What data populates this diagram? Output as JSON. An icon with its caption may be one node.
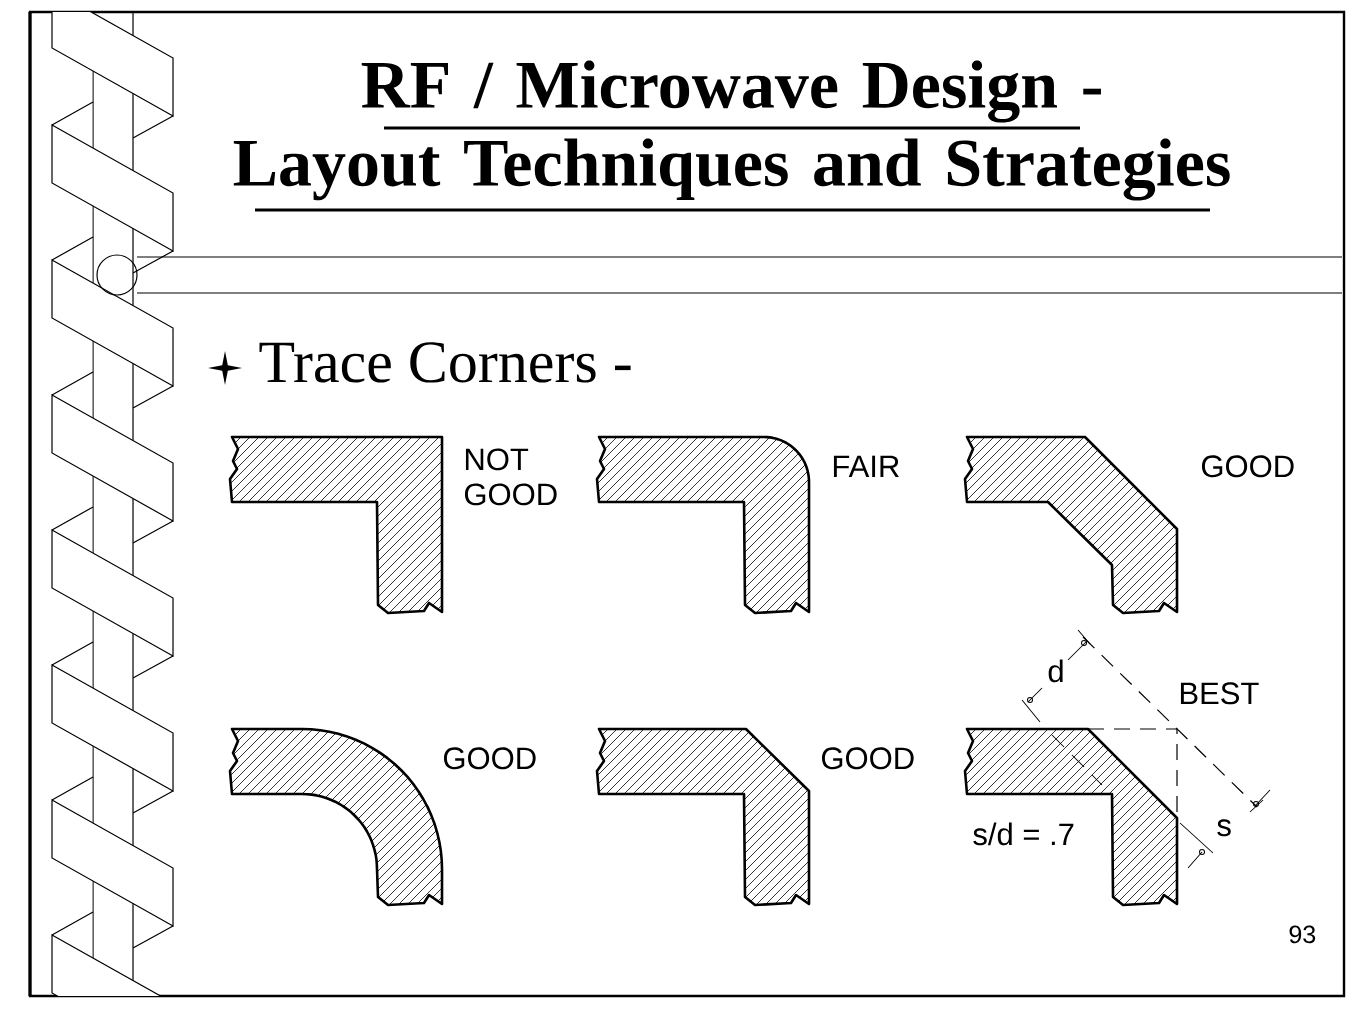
{
  "diagram": {
    "title": "RF / Microwave Design - Layout Techniques and Strategies",
    "labels": [
      "Trace Corners -",
      "NOT GOOD",
      "FAIR",
      "GOOD",
      "d",
      "BEST",
      "GOOD",
      "GOOD",
      "s/d = .7",
      "s",
      "93"
    ]
  }
}
